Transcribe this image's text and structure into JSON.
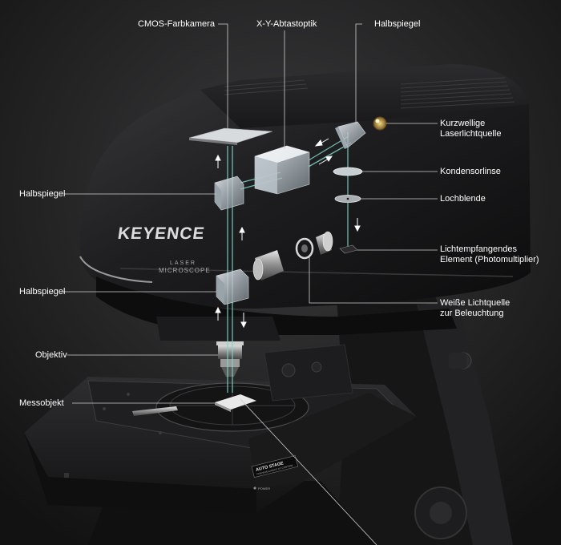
{
  "brand": {
    "logo_text": "KEYENCE",
    "product_line1": "LASER",
    "product_line2": "MICROSCOPE"
  },
  "stage_plate": {
    "line1": "AUTO STAGE",
    "line2": "FOR INTELLIGENT XY CONTROL"
  },
  "power_label": "POWER",
  "labels": {
    "cmos": "CMOS-Farbkamera",
    "xy": "X-Y-Abtastoptik",
    "halbspiegel_top": "Halbspiegel",
    "laser_line1": "Kurzwellige",
    "laser_line2": "Laserlichtquelle",
    "kondensor": "Kondensorlinse",
    "lochblende": "Lochblende",
    "halbspiegel_left1": "Halbspiegel",
    "photo_line1": "Lichtempfangendes",
    "photo_line2": "Element (Photomultiplier)",
    "halbspiegel_left2": "Halbspiegel",
    "white_line1": "Weiße Lichtquelle",
    "white_line2": "zur Beleuchtung",
    "objektiv": "Objektiv",
    "messobjekt": "Messobjekt"
  },
  "colors": {
    "background": "#1a1a1a",
    "body": "#2a2a2c",
    "label_text": "#ffffff",
    "leader_line": "#cfcfcf",
    "laser_beam": "#7fd6c8"
  }
}
